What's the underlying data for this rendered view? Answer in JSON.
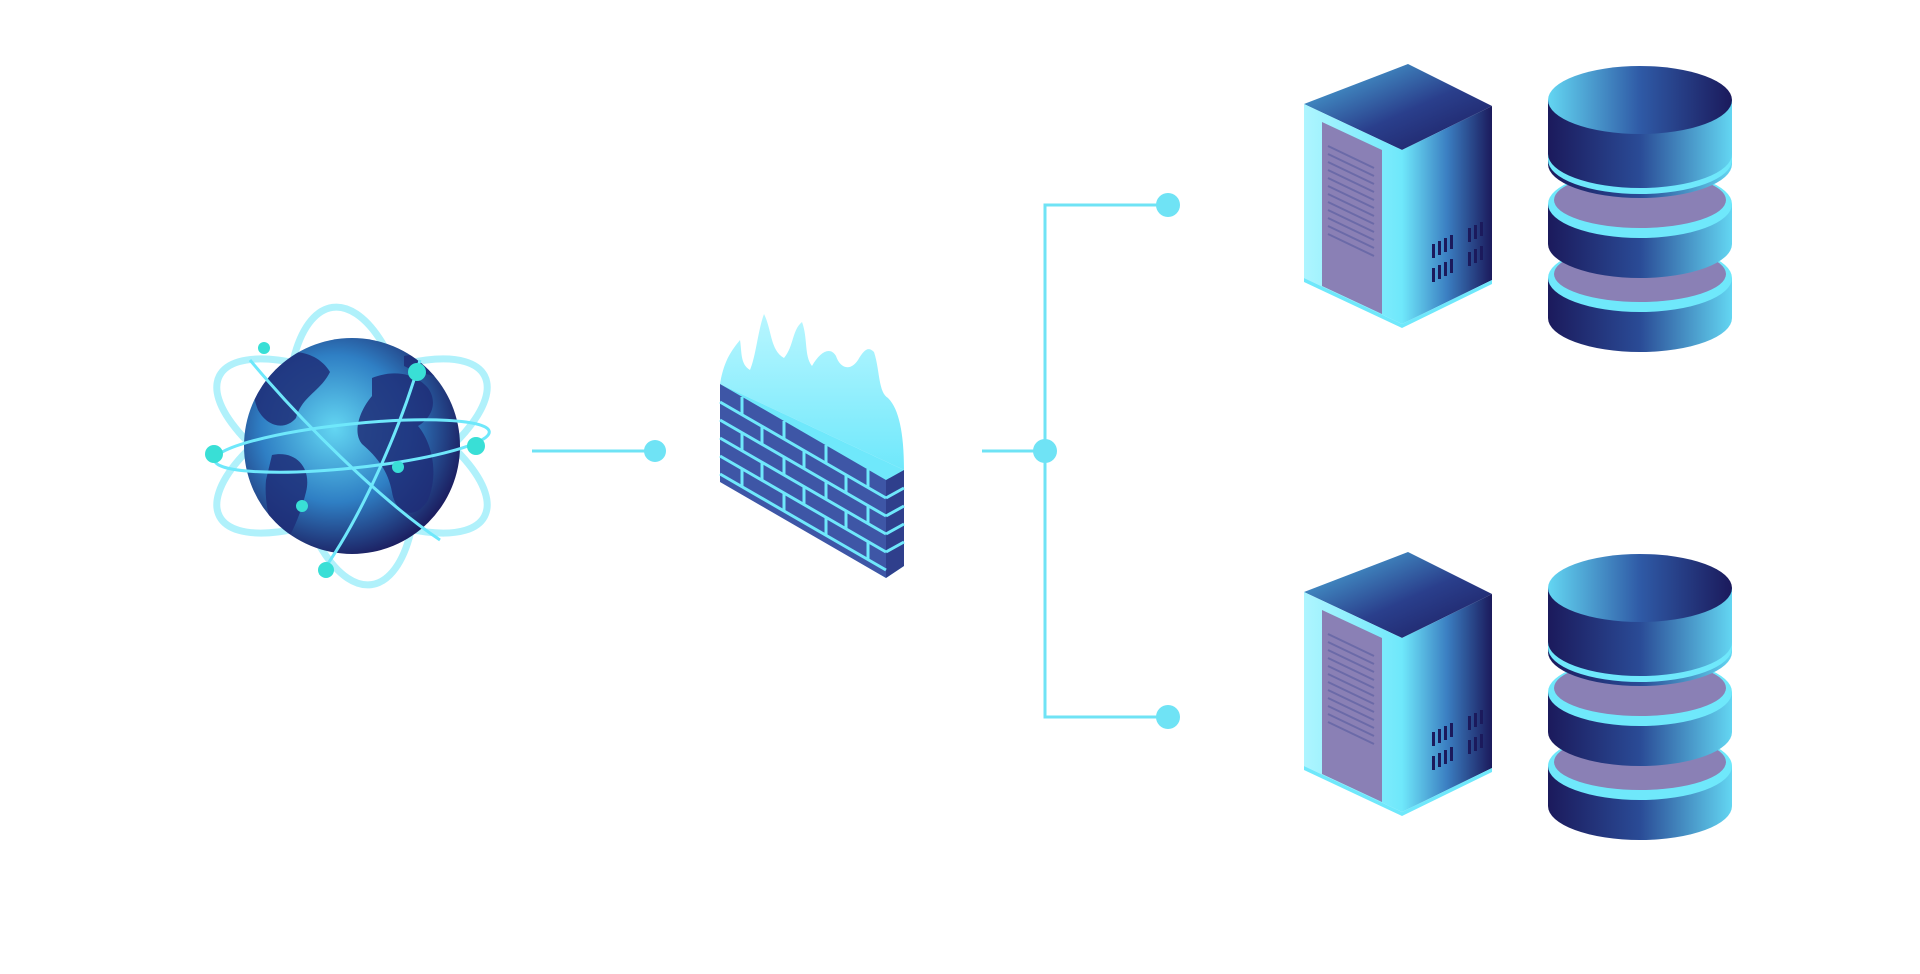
{
  "diagram": {
    "nodes": [
      {
        "id": "internet",
        "icon": "globe-icon"
      },
      {
        "id": "firewall",
        "icon": "firewall-icon"
      },
      {
        "id": "server-top",
        "icon": "server-icon"
      },
      {
        "id": "database-top",
        "icon": "database-icon"
      },
      {
        "id": "server-bottom",
        "icon": "server-icon"
      },
      {
        "id": "database-bottom",
        "icon": "database-icon"
      }
    ],
    "edges": [
      {
        "from": "internet",
        "to": "firewall"
      },
      {
        "from": "firewall",
        "to": "server-top"
      },
      {
        "from": "firewall",
        "to": "server-bottom"
      }
    ]
  },
  "colors": {
    "connector": "#6fe3f5",
    "accent_dot": "#39dfd6",
    "navy_dark": "#1b1a5c",
    "navy_mid": "#2f4f9a",
    "cyan_light": "#6fe8fb",
    "lavender": "#8a80b5",
    "brick": "#3e56a6"
  }
}
